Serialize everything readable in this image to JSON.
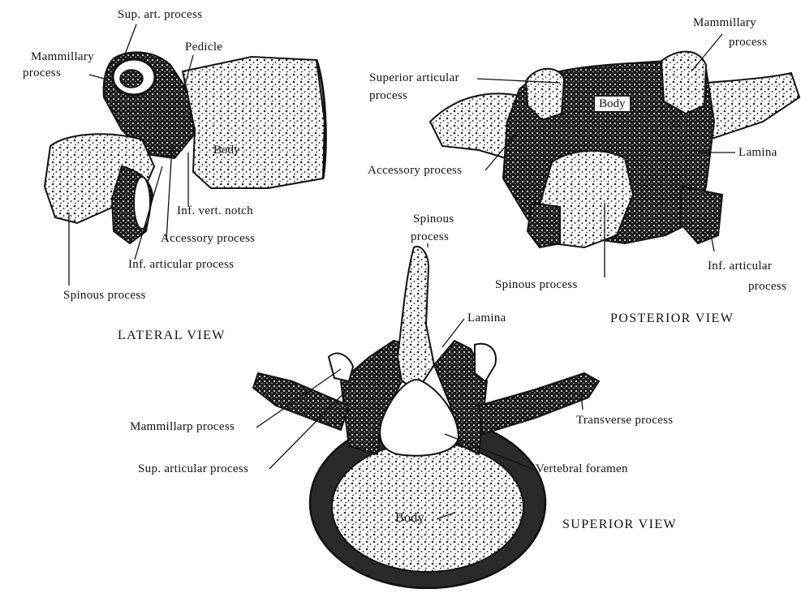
{
  "views": {
    "lateral": "LATERAL VIEW",
    "posterior": "POSTERIOR VIEW",
    "superior": "SUPERIOR VIEW"
  },
  "lateral_labels": {
    "sup_art_process": "Sup. art. process",
    "pedicle": "Pedicle",
    "mammillary_process": [
      "Mammillary",
      "process"
    ],
    "body": "Body",
    "inf_vert_notch": "Inf. vert. notch",
    "accessory_process": "Accessory process",
    "inf_articular_process": "Inf. articular process",
    "spinous_process": "Spinous process"
  },
  "posterior_labels": {
    "mammillary_process": [
      "Mammillary",
      "process"
    ],
    "superior_articular_process": [
      "Superior articular",
      "process"
    ],
    "body": "Body",
    "lamina": "Lamina",
    "accessory_process": "Accessory process",
    "spinous_process": "Spinous process",
    "inf_articular_process": [
      "Inf. articular",
      "process"
    ]
  },
  "superior_labels": {
    "spinous_process": [
      "Spinous",
      "process"
    ],
    "lamina": "Lamina",
    "transverse_process": "Transverse process",
    "mammillary_process": "Mammillarp process",
    "sup_articular_process": "Sup. articular process",
    "vertebral_foramen": "Vertebral foramen",
    "body": "Body"
  },
  "colors": {
    "ink": "#111111",
    "paper": "#ffffff",
    "bone_shade": "#2a2a2a"
  }
}
